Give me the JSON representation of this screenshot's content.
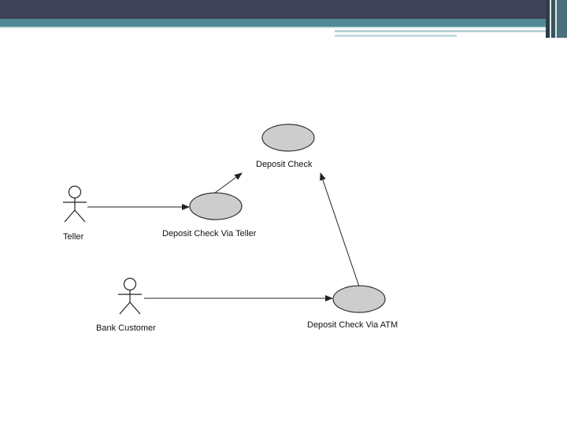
{
  "diagram": {
    "actors": {
      "teller": "Teller",
      "bank_customer": "Bank Customer"
    },
    "use_cases": {
      "deposit_check": "Deposit Check",
      "deposit_check_via_teller": "Deposit Check Via Teller",
      "deposit_check_via_atm": "Deposit Check Via ATM"
    }
  },
  "colors": {
    "header_bar": "#40425a",
    "accent_band": "#4f8a96",
    "use_case_fill": "#cdcdcd"
  }
}
